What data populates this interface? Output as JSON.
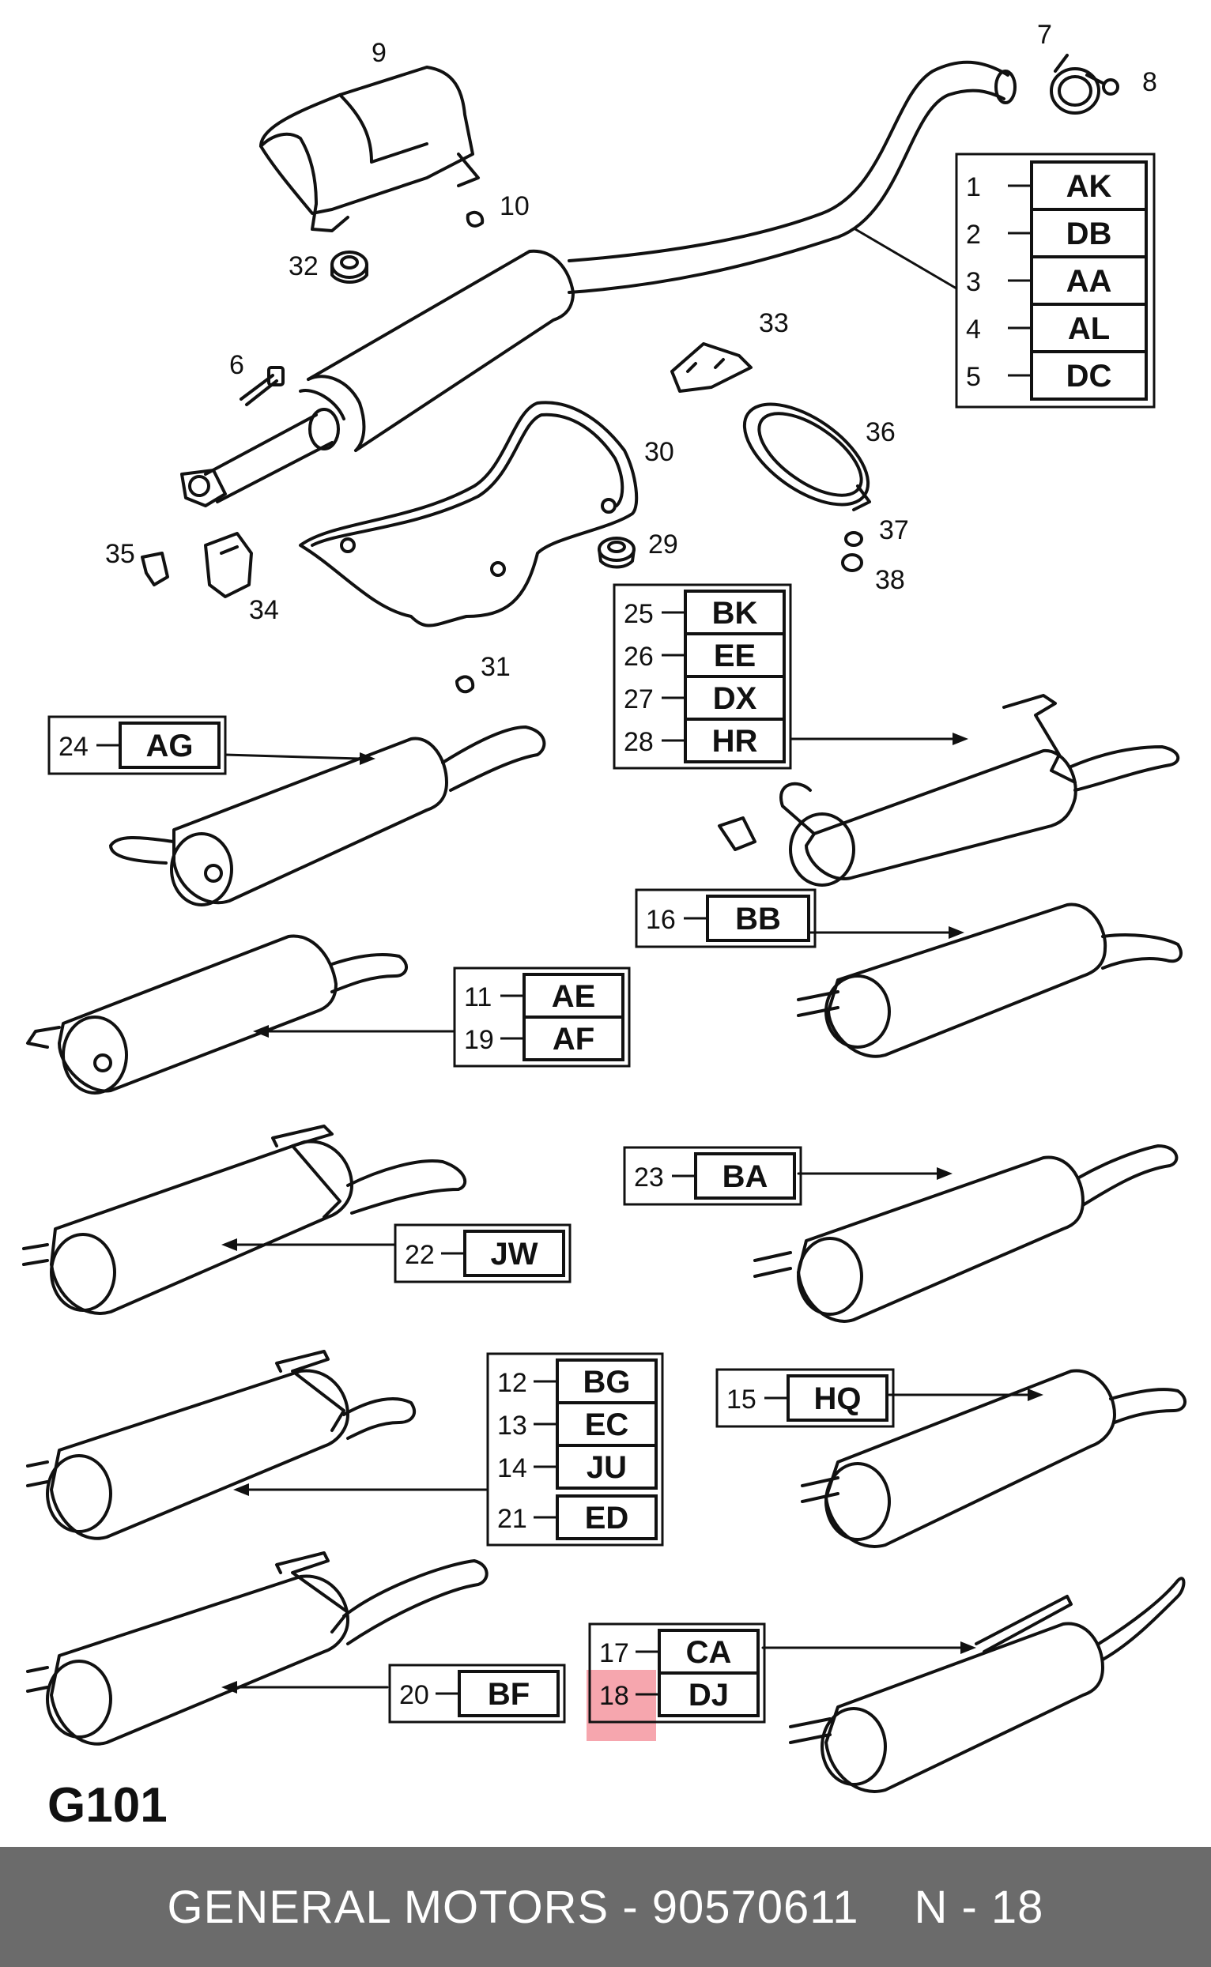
{
  "diagram_id": "G101",
  "footer": {
    "brand_part": "GENERAL MOTORS - 90570611",
    "page": "N - 18"
  },
  "highlight_color": "#f06b78",
  "callouts": {
    "c7": "7",
    "c8": "8",
    "c9": "9",
    "c10": "10",
    "c32": "32",
    "c6": "6",
    "c33": "33",
    "c36": "36",
    "c30": "30",
    "c35": "35",
    "c34": "34",
    "c29": "29",
    "c37": "37",
    "c38": "38",
    "c31": "31"
  },
  "tables": {
    "pipe": [
      {
        "num": "1",
        "code": "AK"
      },
      {
        "num": "2",
        "code": "DB"
      },
      {
        "num": "3",
        "code": "AA"
      },
      {
        "num": "4",
        "code": "AL"
      },
      {
        "num": "5",
        "code": "DC"
      }
    ],
    "t25": [
      {
        "num": "25",
        "code": "BK"
      },
      {
        "num": "26",
        "code": "EE"
      },
      {
        "num": "27",
        "code": "DX"
      },
      {
        "num": "28",
        "code": "HR"
      }
    ],
    "t24": [
      {
        "num": "24",
        "code": "AG"
      }
    ],
    "t16": [
      {
        "num": "16",
        "code": "BB"
      }
    ],
    "t11": [
      {
        "num": "11",
        "code": "AE"
      },
      {
        "num": "19",
        "code": "AF"
      }
    ],
    "t22": [
      {
        "num": "22",
        "code": "JW"
      }
    ],
    "t23": [
      {
        "num": "23",
        "code": "BA"
      }
    ],
    "t12": [
      {
        "num": "12",
        "code": "BG"
      },
      {
        "num": "13",
        "code": "EC"
      },
      {
        "num": "14",
        "code": "JU"
      },
      {
        "num": "21",
        "code": "ED"
      }
    ],
    "t15": [
      {
        "num": "15",
        "code": "HQ"
      }
    ],
    "t17": [
      {
        "num": "17",
        "code": "CA"
      },
      {
        "num": "18",
        "code": "DJ"
      }
    ],
    "t20": [
      {
        "num": "20",
        "code": "BF"
      }
    ]
  }
}
